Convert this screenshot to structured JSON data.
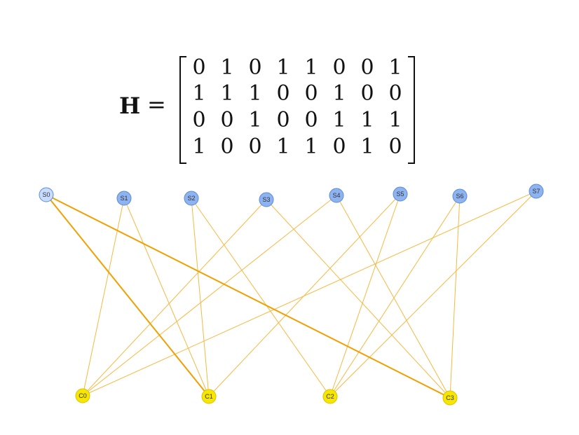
{
  "matrix": {
    "label": "H",
    "equals": "=",
    "rows": [
      [
        "0",
        "1",
        "0",
        "1",
        "1",
        "0",
        "0",
        "1"
      ],
      [
        "1",
        "1",
        "1",
        "0",
        "0",
        "1",
        "0",
        "0"
      ],
      [
        "0",
        "0",
        "1",
        "0",
        "0",
        "1",
        "1",
        "1"
      ],
      [
        "1",
        "0",
        "0",
        "1",
        "1",
        "0",
        "1",
        "0"
      ]
    ]
  },
  "graph": {
    "variable_nodes": [
      "S0",
      "S1",
      "S2",
      "S3",
      "S4",
      "S5",
      "S6",
      "S7"
    ],
    "check_nodes": [
      "C0",
      "C1",
      "C2",
      "C3"
    ],
    "highlighted_variable": "S0",
    "colors": {
      "variable_fill": "#8db3f0",
      "variable_fill_highlight": "#c8dcff",
      "variable_stroke": "#5b8bd6",
      "check_fill": "#f7e600",
      "check_stroke": "#d4c400",
      "edge": "#f5b942",
      "edge_highlight": "#f0a000"
    }
  }
}
